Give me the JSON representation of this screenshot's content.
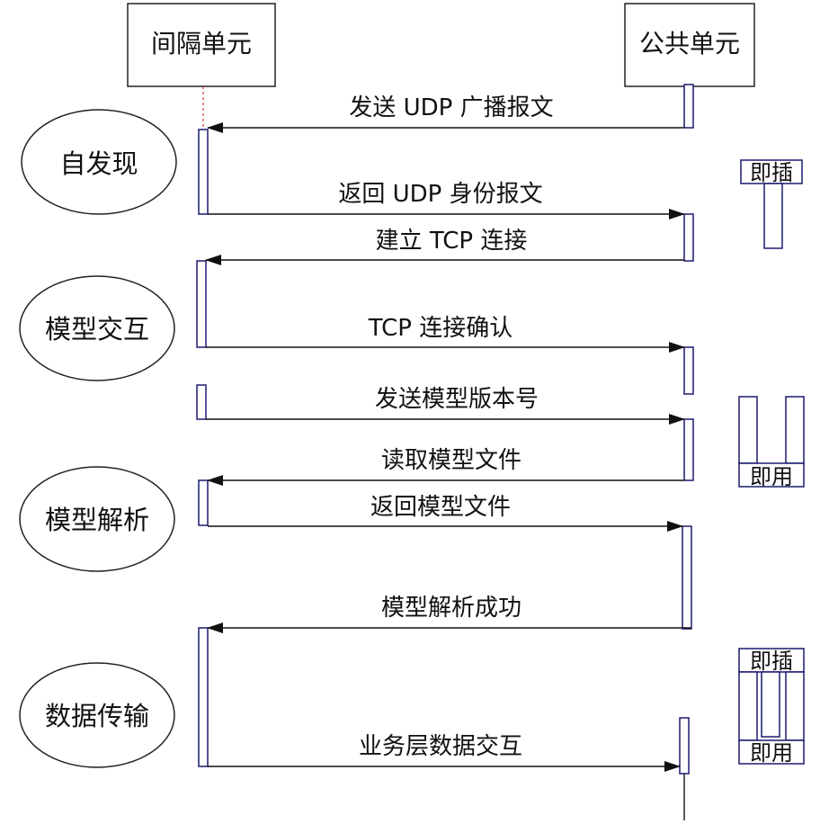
{
  "actors": {
    "left": "间隔单元",
    "right": "公共单元"
  },
  "phases": [
    "自发现",
    "模型交互",
    "模型解析",
    "数据传输"
  ],
  "messages": [
    "发送 UDP 广播报文",
    "返回 UDP 身份报文",
    "建立 TCP 连接",
    "TCP 连接确认",
    "发送模型版本号",
    "读取模型文件",
    "返回模型文件",
    "模型解析成功",
    "业务层数据交互"
  ],
  "side_labels": {
    "plug_1": "即插",
    "use_1": "即用",
    "plug_2": "即插",
    "use_2": "即用"
  },
  "colors": {
    "line": "#1a1a1a",
    "activation": "#1a1a6e",
    "dashed": "#d04040"
  }
}
